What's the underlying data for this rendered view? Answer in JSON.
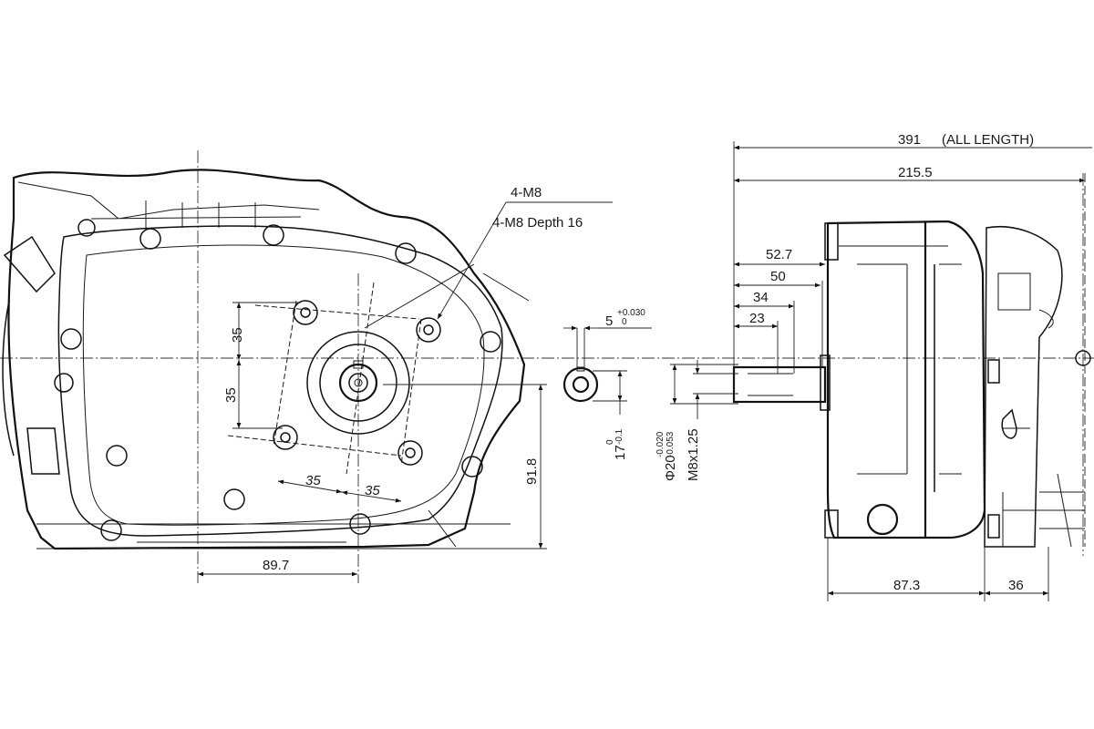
{
  "callouts": {
    "thread_count": "4-M8",
    "thread_depth": "4-M8 Depth 16"
  },
  "front_view": {
    "bolt_v_upper": "35",
    "bolt_v_lower": "35",
    "bolt_h_left": "35",
    "bolt_h_right": "35",
    "shaft_offset_x": "89.7",
    "shaft_height": "91.8"
  },
  "keyway": {
    "key_width": "5",
    "key_width_tol_upper": "+0.030",
    "key_width_tol_lower": "0",
    "key_depth": "17",
    "key_depth_tol_upper": "0",
    "key_depth_tol_lower": "-0.1"
  },
  "shaft": {
    "diameter": "Φ20",
    "diameter_tol_upper": "-0.020",
    "diameter_tol_lower": "-0.053",
    "thread": "M8x1.25"
  },
  "side_view": {
    "all_length": "391",
    "all_length_label": "(ALL LENGTH)",
    "length_215": "215.5",
    "len_52": "52.7",
    "len_50": "50",
    "len_34": "34",
    "len_23": "23",
    "body_width": "87.3",
    "cover_width": "36"
  }
}
